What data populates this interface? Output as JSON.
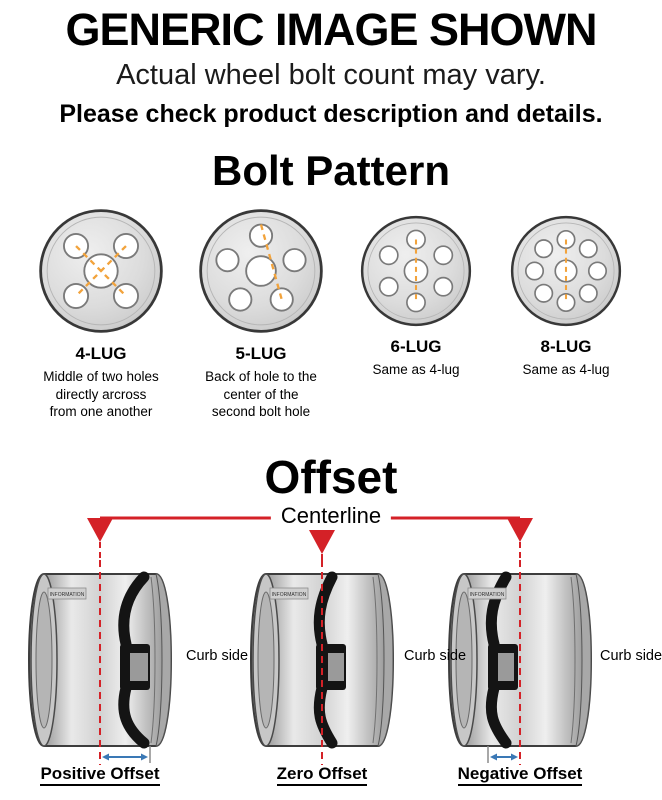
{
  "header": {
    "title": "GENERIC IMAGE SHOWN",
    "subtitle": "Actual wheel bolt count may vary.",
    "note": "Please check product description and details."
  },
  "bolt_pattern": {
    "heading": "Bolt Pattern",
    "items": [
      {
        "label": "4-LUG",
        "description": "Middle of two holes directly arcross from one another"
      },
      {
        "label": "5-LUG",
        "description": "Back of hole to the center of the second bolt hole"
      },
      {
        "label": "6-LUG",
        "description": "Same as 4-lug"
      },
      {
        "label": "8-LUG",
        "description": "Same as 4-lug"
      }
    ]
  },
  "offset": {
    "heading": "Offset",
    "centerline_label": "Centerline",
    "curb_side_label": "Curb side",
    "watermark": "INFORMATION",
    "items": [
      {
        "label": "Positive Offset"
      },
      {
        "label": "Zero Offset"
      },
      {
        "label": "Negative Offset"
      }
    ]
  },
  "colors": {
    "accent_red": "#d42127",
    "guide_orange": "#f2a33c",
    "arrow_blue": "#3a78b5"
  }
}
